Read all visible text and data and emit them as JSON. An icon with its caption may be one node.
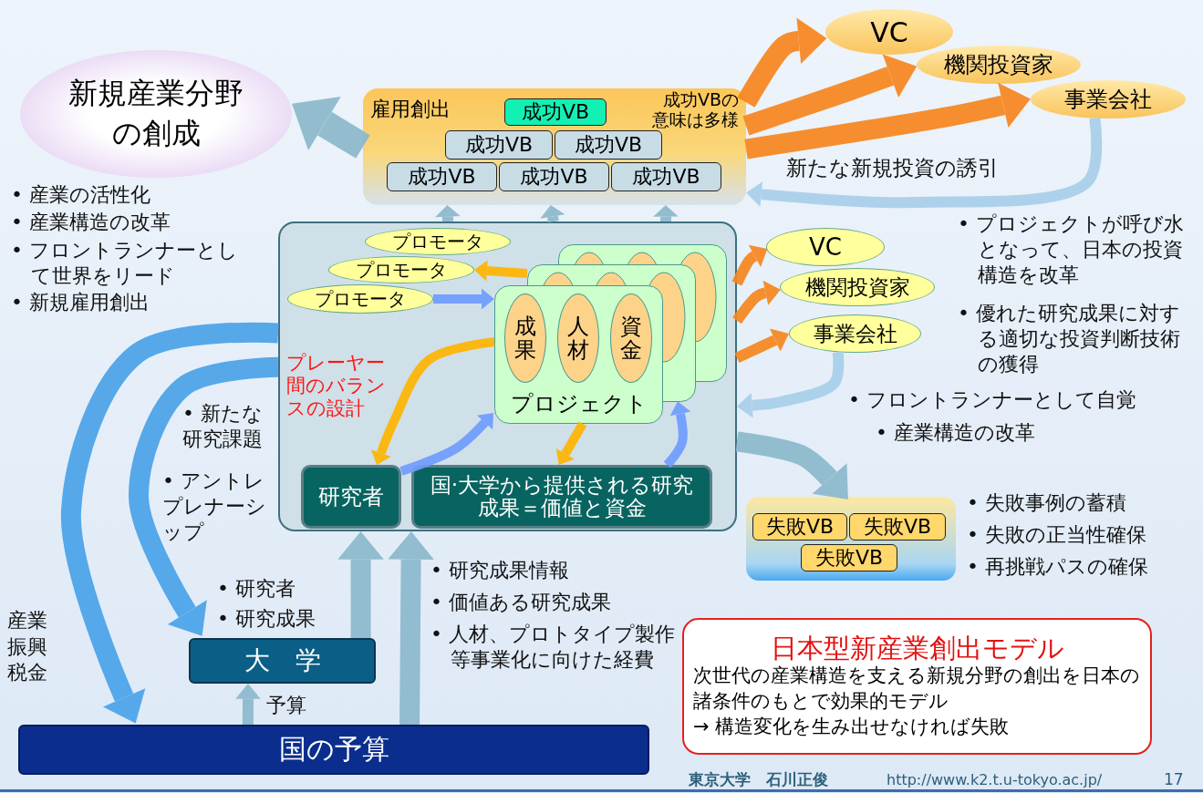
{
  "diagram": {
    "nodes": [
      {
        "text": [
          "新規産業分野の創成"
        ]
      },
      {
        "text": [
          "雇用創出",
          "成功VBの意味は多様"
        ]
      },
      {
        "text": [
          "成功VB"
        ],
        "in": 1
      },
      {
        "text": [
          "成功VB"
        ],
        "in": 1
      },
      {
        "text": [
          "成功VB"
        ],
        "in": 1
      },
      {
        "text": [
          "成功VB"
        ],
        "in": 1
      },
      {
        "text": [
          "成功VB"
        ],
        "in": 1
      },
      {
        "text": [
          "成功VB"
        ],
        "in": 1
      },
      {
        "text": [
          "VC"
        ]
      },
      {
        "text": [
          "機関投資家"
        ]
      },
      {
        "text": [
          "事業会社"
        ]
      },
      {
        "text": [],
        "shape": "box"
      },
      {
        "text": [
          "プロモータ"
        ],
        "in": 11
      },
      {
        "text": [
          "プロモータ"
        ],
        "in": 11
      },
      {
        "text": [
          "プロモータ"
        ],
        "in": 11
      },
      {
        "text": [
          "プロジェクト"
        ],
        "in": 11
      },
      {
        "text": [
          "成果"
        ],
        "in": 15
      },
      {
        "text": [
          "人材"
        ],
        "in": 15
      },
      {
        "text": [
          "資金"
        ],
        "in": 15
      },
      {
        "text": [
          "研究者"
        ],
        "in": 11
      },
      {
        "text": [
          "国·大学から提供される研究成果＝価値と資金"
        ],
        "in": 11
      },
      {
        "text": [
          "VC"
        ]
      },
      {
        "text": [
          "機関投資家"
        ]
      },
      {
        "text": [
          "事業会社"
        ]
      },
      {
        "text": [],
        "shape": "box"
      },
      {
        "text": [
          "失敗VB"
        ],
        "in": 24
      },
      {
        "text": [
          "失敗VB"
        ],
        "in": 24
      },
      {
        "text": [
          "失敗VB"
        ],
        "in": 24
      },
      {
        "text": [
          "大　学"
        ]
      },
      {
        "text": [
          "国の予算"
        ]
      },
      {
        "text": [
          "日本型新産業創出モデル",
          "次世代の産業構造を支える新規分野の創出を日本の諸条件のもとで効果的モデル",
          "→ 構造変化を生み出せなければ失敗"
        ]
      }
    ],
    "edges": [
      {
        "from": 1,
        "to": 0,
        "arrow": "to",
        "style": "thick"
      },
      {
        "from": 11,
        "to": 1,
        "arrow": "to"
      },
      {
        "from": 11,
        "to": 1,
        "arrow": "to"
      },
      {
        "from": 11,
        "to": 1,
        "arrow": "to"
      },
      {
        "from": 1,
        "to": 8,
        "arrow": "to",
        "style": "thick",
        "color": "#f7861e"
      },
      {
        "from": 1,
        "to": 9,
        "arrow": "to",
        "style": "thick",
        "color": "#f7861e"
      },
      {
        "from": 1,
        "to": 10,
        "arrow": "to",
        "style": "thick",
        "color": "#f7861e"
      },
      {
        "from": 10,
        "to": 1,
        "arrow": "to",
        "color": "#a8cfea"
      },
      {
        "from": 11,
        "to": 21,
        "arrow": "to",
        "color": "#f7861e"
      },
      {
        "from": 11,
        "to": 22,
        "arrow": "to",
        "color": "#f7861e"
      },
      {
        "from": 11,
        "to": 23,
        "arrow": "to",
        "color": "#f7861e"
      },
      {
        "from": 23,
        "to": 11,
        "arrow": "to",
        "color": "#a8cfea"
      },
      {
        "from": 11,
        "to": 24,
        "arrow": "to",
        "style": "thick"
      },
      {
        "from": 11,
        "to": 29,
        "arrow": "to",
        "style": "thick",
        "color": "#4aa3e8"
      },
      {
        "from": 11,
        "to": 28,
        "arrow": "to",
        "style": "thick",
        "color": "#4aa3e8"
      },
      {
        "from": 28,
        "to": 11,
        "arrow": "to",
        "style": "thick"
      },
      {
        "from": 29,
        "to": 11,
        "arrow": "to",
        "style": "thick"
      },
      {
        "from": 29,
        "to": 28,
        "arrow": "to"
      },
      {
        "from": 15,
        "to": 13,
        "arrow": "to",
        "color": "#ffb400"
      },
      {
        "from": 14,
        "to": 15,
        "arrow": "to",
        "color": "#6f9cff"
      },
      {
        "from": 15,
        "to": 19,
        "arrow": "to",
        "color": "#ffb400"
      },
      {
        "from": 19,
        "to": 15,
        "arrow": "to",
        "color": "#6f9cff"
      },
      {
        "from": 15,
        "to": 20,
        "arrow": "to",
        "color": "#ffb400"
      },
      {
        "from": 20,
        "to": 15,
        "arrow": "to",
        "color": "#6f9cff"
      }
    ],
    "labels": [
      "新たな新規投資の誘引",
      "• 産業の活性化",
      "• 産業構造の改革",
      "• フロントランナーとして世界をリード",
      "• 新規雇用創出",
      "• プロジェクトが呼び水となって、日本の投資構造を改革",
      "プレーヤー間のバランスの設計",
      "• 優れた研究成果に対する適切な投資判断技術の獲得",
      "• フロントランナーとして自覚",
      "• 新たな研究課題",
      "• 産業構造の改革",
      "• アントレプレナーシップ",
      "• 失敗事例の蓄積",
      "• 失敗の正当性確保",
      "• 再挑戦パスの確保",
      "• 研究成果情報",
      "• 研究者",
      "• 価値ある研究成果",
      "• 研究成果",
      "産業振興税金",
      "• 人材、プロトタイプ製作等事業化に向けた経費",
      "予算",
      "東京大学　石川正俊",
      "http://www.k2.t.u-tokyo.ac.jp/",
      "17"
    ]
  }
}
